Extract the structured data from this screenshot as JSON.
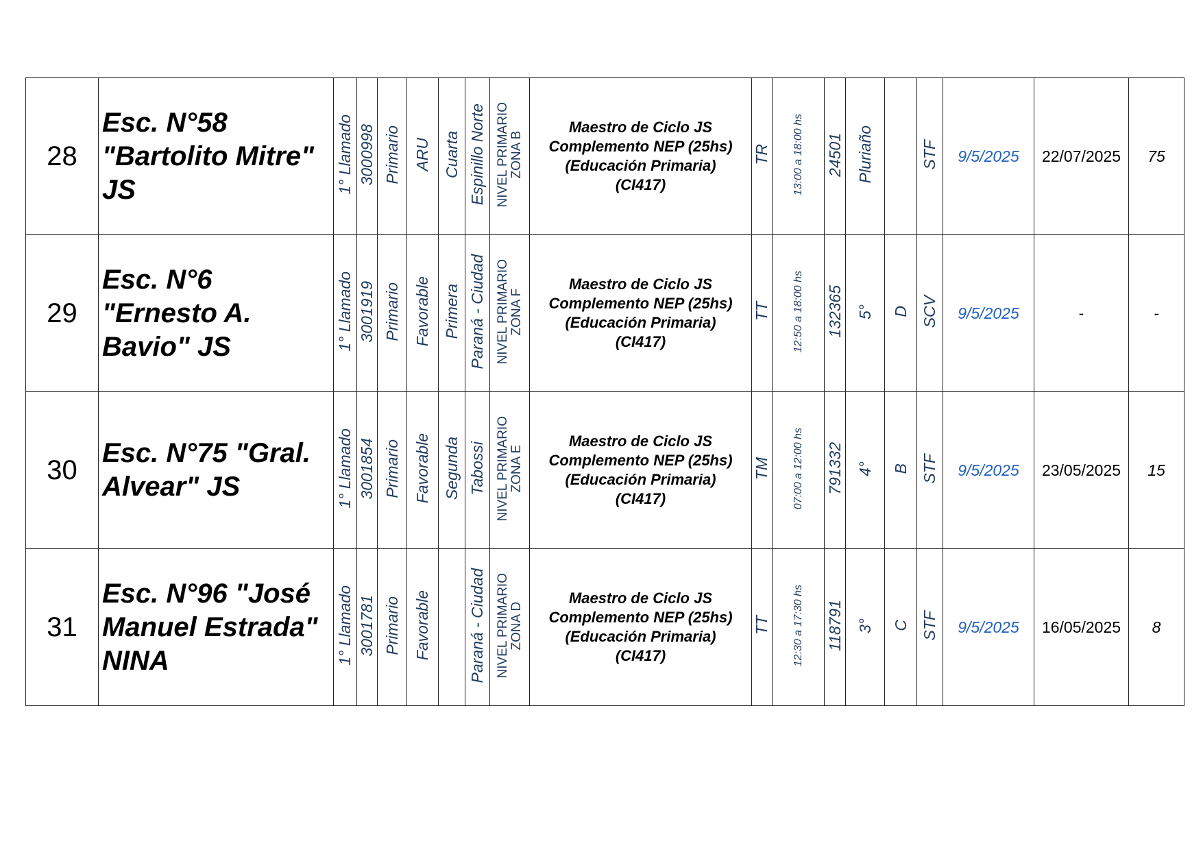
{
  "rows": [
    {
      "num": "28",
      "school": "Esc. N°58 \"Bartolito Mitre\" JS",
      "llamado": "1° Llamado",
      "code": "3000998",
      "nivel": "Primario",
      "zona_tipo": "ARU",
      "categoria": "Cuarta",
      "localidad": "Espinillo Norte",
      "supervision": [
        "NIVEL PRIMARIO",
        "ZONA B"
      ],
      "cargo": [
        "Maestro de Ciclo JS",
        "Complemento NEP (25hs)",
        "(Educación Primaria)",
        "(CI417)"
      ],
      "turno": "TR",
      "horario": "13:00 a 18:00 hs",
      "cupof": "24501",
      "grado": "Pluriaño",
      "seccion": "",
      "situacion": "STF",
      "fecha": "9/5/2025",
      "hasta": "22/07/2025",
      "dias": "75"
    },
    {
      "num": "29",
      "school": "Esc. N°6 \"Ernesto A. Bavio\" JS",
      "llamado": "1° Llamado",
      "code": "3001919",
      "nivel": "Primario",
      "zona_tipo": "Favorable",
      "categoria": "Primera",
      "localidad": "Paraná - Ciudad",
      "supervision": [
        "NIVEL PRIMARIO",
        "ZONA F"
      ],
      "cargo": [
        "Maestro de Ciclo JS",
        "Complemento NEP (25hs)",
        "(Educación Primaria)",
        "(CI417)"
      ],
      "turno": "TT",
      "horario": "12:50 a 18:00 hs",
      "cupof": "132365",
      "grado": "5°",
      "seccion": "D",
      "situacion": "SCV",
      "fecha": "9/5/2025",
      "hasta": "-",
      "dias": "-"
    },
    {
      "num": "30",
      "school": "Esc. N°75 \"Gral. Alvear\" JS",
      "llamado": "1° Llamado",
      "code": "3001854",
      "nivel": "Primario",
      "zona_tipo": "Favorable",
      "categoria": "Segunda",
      "localidad": "Tabossi",
      "supervision": [
        "NIVEL PRIMARIO",
        "ZONA E"
      ],
      "cargo": [
        "Maestro de Ciclo JS",
        "Complemento NEP (25hs)",
        "(Educación Primaria)",
        "(CI417)"
      ],
      "turno": "TM",
      "horario": "07:00 a 12:00 hs",
      "cupof": "791332",
      "grado": "4°",
      "seccion": "B",
      "situacion": "STF",
      "fecha": "9/5/2025",
      "hasta": "23/05/2025",
      "dias": "15"
    },
    {
      "num": "31",
      "school": "Esc. N°96 \"José Manuel Estrada\" NINA",
      "llamado": "1° Llamado",
      "code": "3001781",
      "nivel": "Primario",
      "zona_tipo": "Favorable",
      "categoria": "",
      "localidad": "Paraná - Ciudad",
      "supervision": [
        "NIVEL PRIMARIO",
        "ZONA D"
      ],
      "cargo": [
        "Maestro de Ciclo JS",
        "Complemento NEP (25hs)",
        "(Educación Primaria)",
        "(CI417)"
      ],
      "turno": "TT",
      "horario": "12:30 a 17:30 hs",
      "cupof": "118791",
      "grado": "3°",
      "seccion": "C",
      "situacion": "STF",
      "fecha": "9/5/2025",
      "hasta": "16/05/2025",
      "dias": "8"
    }
  ]
}
